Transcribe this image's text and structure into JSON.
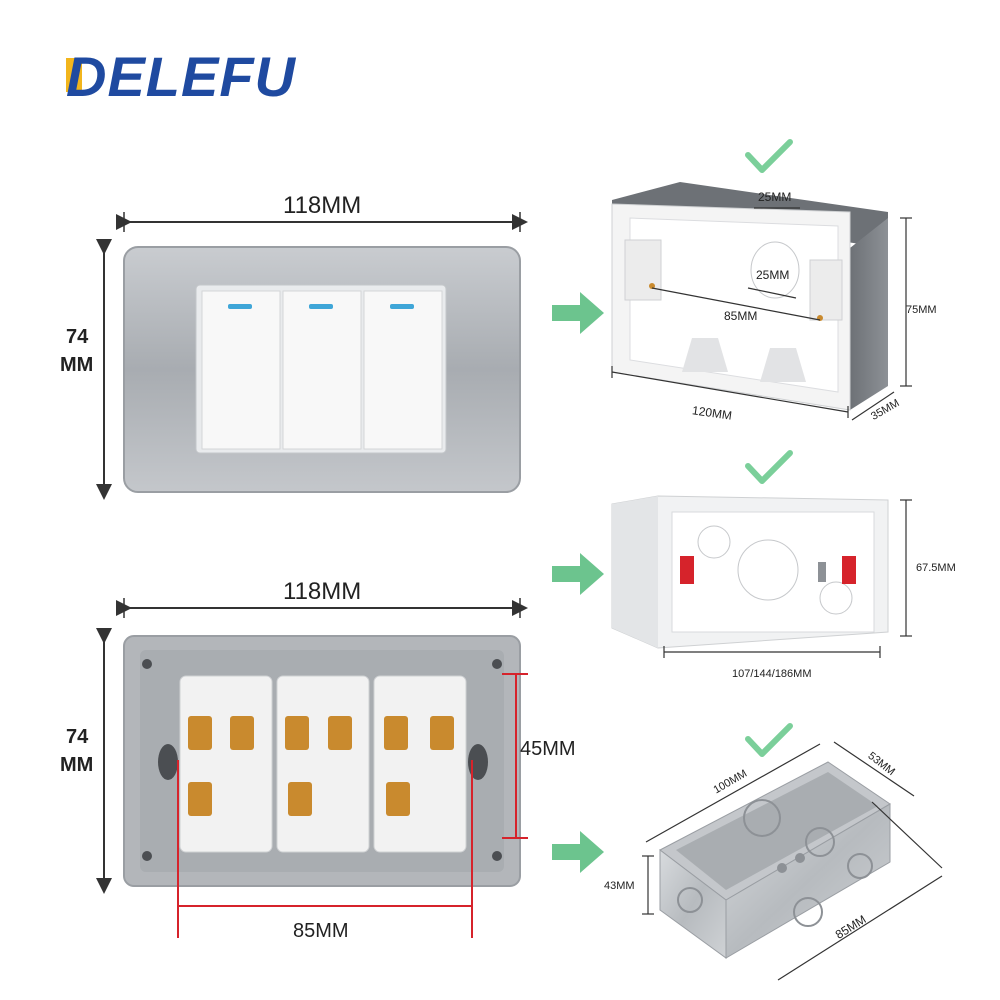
{
  "brand": {
    "name": "DELEFU",
    "accent_color": "#f2b51c",
    "text_color": "#1f4aa0"
  },
  "colors": {
    "arrow": "#6cc48e",
    "check": "#7bcf9a",
    "plate": "#b9bcc0",
    "red_dim": "#d6232b"
  },
  "front_view": {
    "width_label": "118MM",
    "height_label_line1": "74",
    "height_label_line2": "MM",
    "switch_gangs": 3
  },
  "back_view": {
    "width_label": "118MM",
    "height_label_line1": "74",
    "height_label_line2": "MM",
    "hole_spacing_label": "85MM",
    "vertical_spacing_label": "45MM"
  },
  "boxes": [
    {
      "name": "plastic-box-grey",
      "labels": {
        "top_slot": "25MM",
        "inner_slot": "25MM",
        "screw_spacing": "85MM",
        "height": "75MM",
        "length": "120MM",
        "depth": "35MM"
      }
    },
    {
      "name": "plastic-box-white",
      "labels": {
        "height": "67.5MM",
        "length": "107/144/186MM"
      }
    },
    {
      "name": "metal-box",
      "labels": {
        "length": "100MM",
        "depth_top": "53MM",
        "height": "43MM",
        "depth_bottom": "85MM"
      }
    }
  ]
}
